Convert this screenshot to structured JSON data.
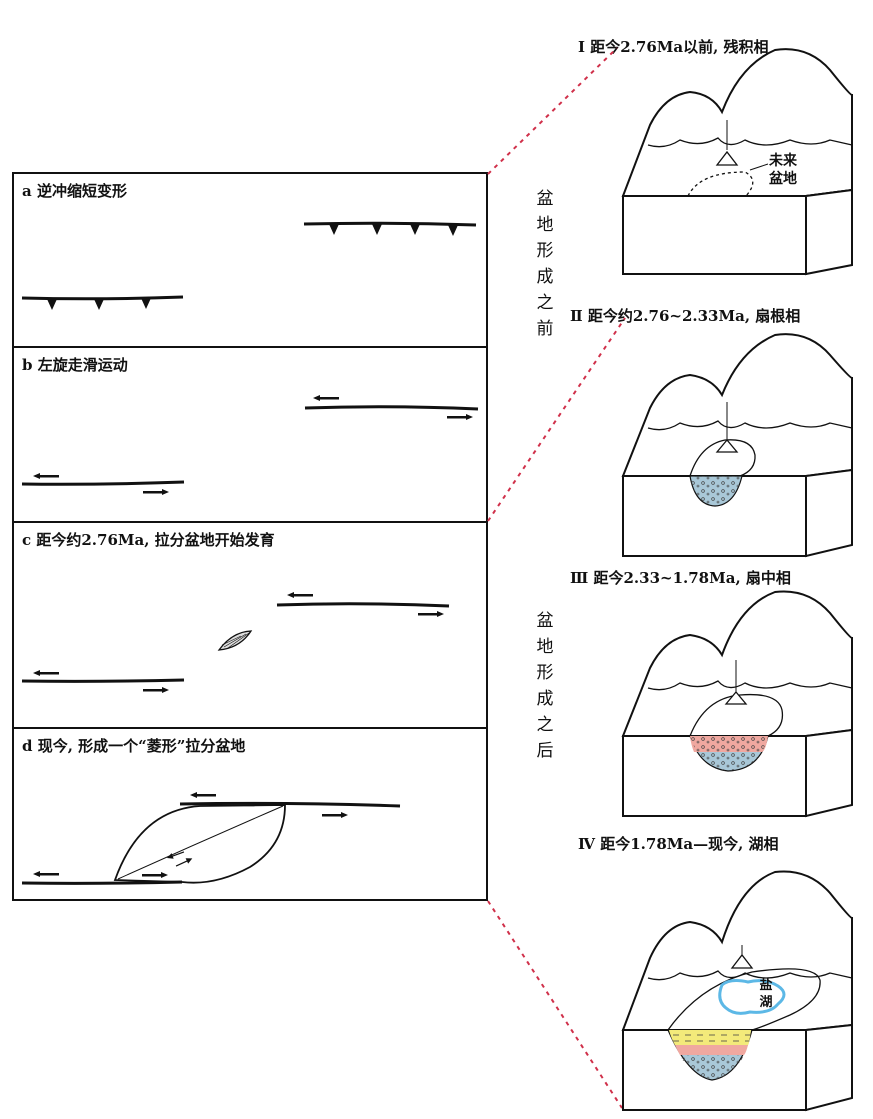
{
  "panels": [
    {
      "label": "a 逆冲缩短变形"
    },
    {
      "label": "b 左旋走滑运动"
    },
    {
      "label": "c 距今约2.76Ma, 拉分盆地开始发育"
    },
    {
      "label": "d 现今, 形成一个“菱形”拉分盆地"
    }
  ],
  "stages": [
    {
      "label": "Ⅰ 距今2.76Ma以前, 残积相"
    },
    {
      "label": "Ⅱ 距今约2.76~2.33Ma, 扇根相"
    },
    {
      "label": "Ⅲ 距今2.33~1.78Ma, 扇中相"
    },
    {
      "label": "Ⅳ 距今1.78Ma—现今, 湖相"
    }
  ],
  "side_labels": {
    "before": "盆地形成之前",
    "after": "盆地形成之后"
  },
  "annotations": {
    "future_basin": "未来盆地",
    "salt_lake": "盐湖"
  },
  "colors": {
    "connector": "#d0304a",
    "lake": "#5cb8e6",
    "sediment_blue": "#a9c8d8",
    "sediment_pink": "#f0a8a0",
    "sediment_yellow": "#f3ea7a"
  }
}
